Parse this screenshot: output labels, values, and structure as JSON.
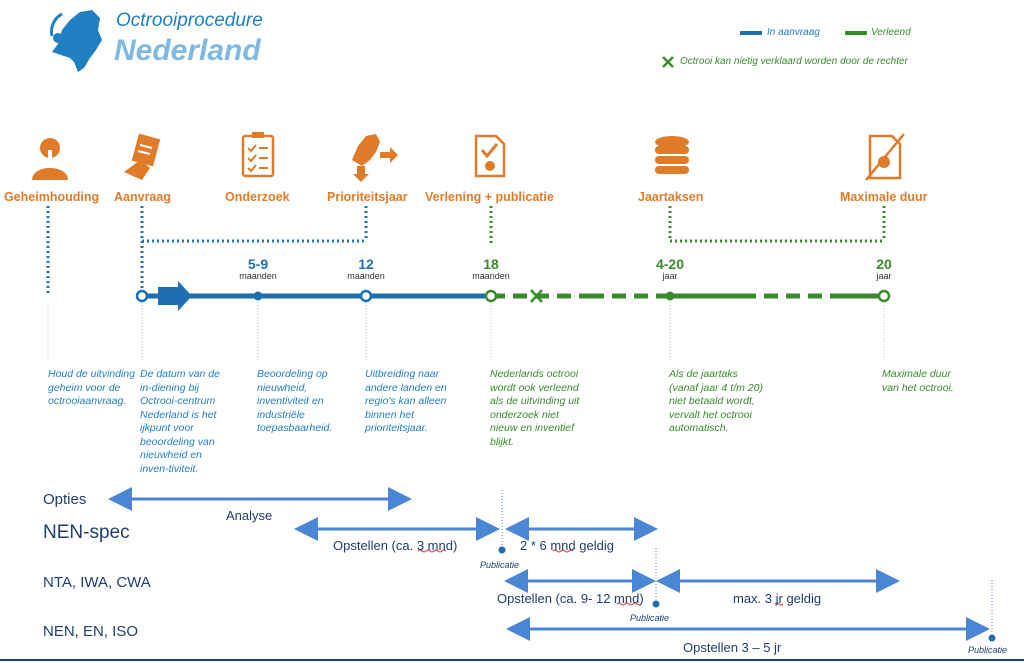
{
  "header": {
    "title_line1": "Octrooiprocedure",
    "title_line2": "Nederland"
  },
  "legend": {
    "in_aanvraag": "In aanvraag",
    "verleend": "Verleend",
    "nietig": "Octrooi kan nietig verklaard worden door de rechter"
  },
  "colors": {
    "blue": "#1f6fb0",
    "green": "#3a8a2e",
    "orange": "#e07b2a",
    "light_blue": "#4a86d4"
  },
  "stages": [
    {
      "label": "Geheimhouding",
      "icon": "secret-person-icon"
    },
    {
      "label": "Aanvraag",
      "icon": "application-hand-icon"
    },
    {
      "label": "Onderzoek",
      "icon": "clipboard-check-icon"
    },
    {
      "label": "Prioriteitsjaar",
      "icon": "netherlands-map-arrow-icon"
    },
    {
      "label": "Verlening + publicatie",
      "icon": "certificate-check-icon"
    },
    {
      "label": "Jaartaksen",
      "icon": "coin-stack-icon"
    },
    {
      "label": "Maximale duur",
      "icon": "crossed-certificate-icon"
    }
  ],
  "milestones": [
    {
      "value": "5-9",
      "unit": "maanden"
    },
    {
      "value": "12",
      "unit": "maanden"
    },
    {
      "value": "18",
      "unit": "maanden"
    },
    {
      "value": "4-20",
      "unit": "jaar"
    },
    {
      "value": "20",
      "unit": "jaar"
    }
  ],
  "descriptions": [
    "Houd de uitvinding geheim voor de octrooiaanvraag.",
    "De datum van de in-diening bij Octrooi-centrum Nederland is het ijkpunt voor beoordeling van nieuwheid en inven-tiviteit.",
    "Beoordeling op nieuwheid, inventiviteit en industriële toepasbaarheid.",
    "Uitbreiding naar andere landen en regio's kan alleen binnen het prioriteitsjaar.",
    "Nederlands octrooi wordt ook verleend als de uitvinding uit onderzoek niet nieuw en inventief blijkt.",
    "Als de jaartaks (vanaf jaar 4 t/m 20) niet betaald wordt, vervalt het octrooi automatisch.",
    "Maximale duur van het octrooi."
  ],
  "rows": {
    "opties": "Opties",
    "analyse": "Analyse",
    "nen_spec": "NEN-spec",
    "opstellen_3": "Opstellen (ca. 3 mnd)",
    "geldig_2x6": "2 * 6 mnd geldig",
    "publicatie": "Publicatie",
    "nta": "NTA, IWA,  CWA",
    "opstellen_9_12": "Opstellen (ca. 9- 12 mnd)",
    "max3": "max. 3 jr geldig",
    "nen": "NEN, EN, ISO",
    "opstellen_3_5": "Opstellen 3 – 5 jr"
  }
}
